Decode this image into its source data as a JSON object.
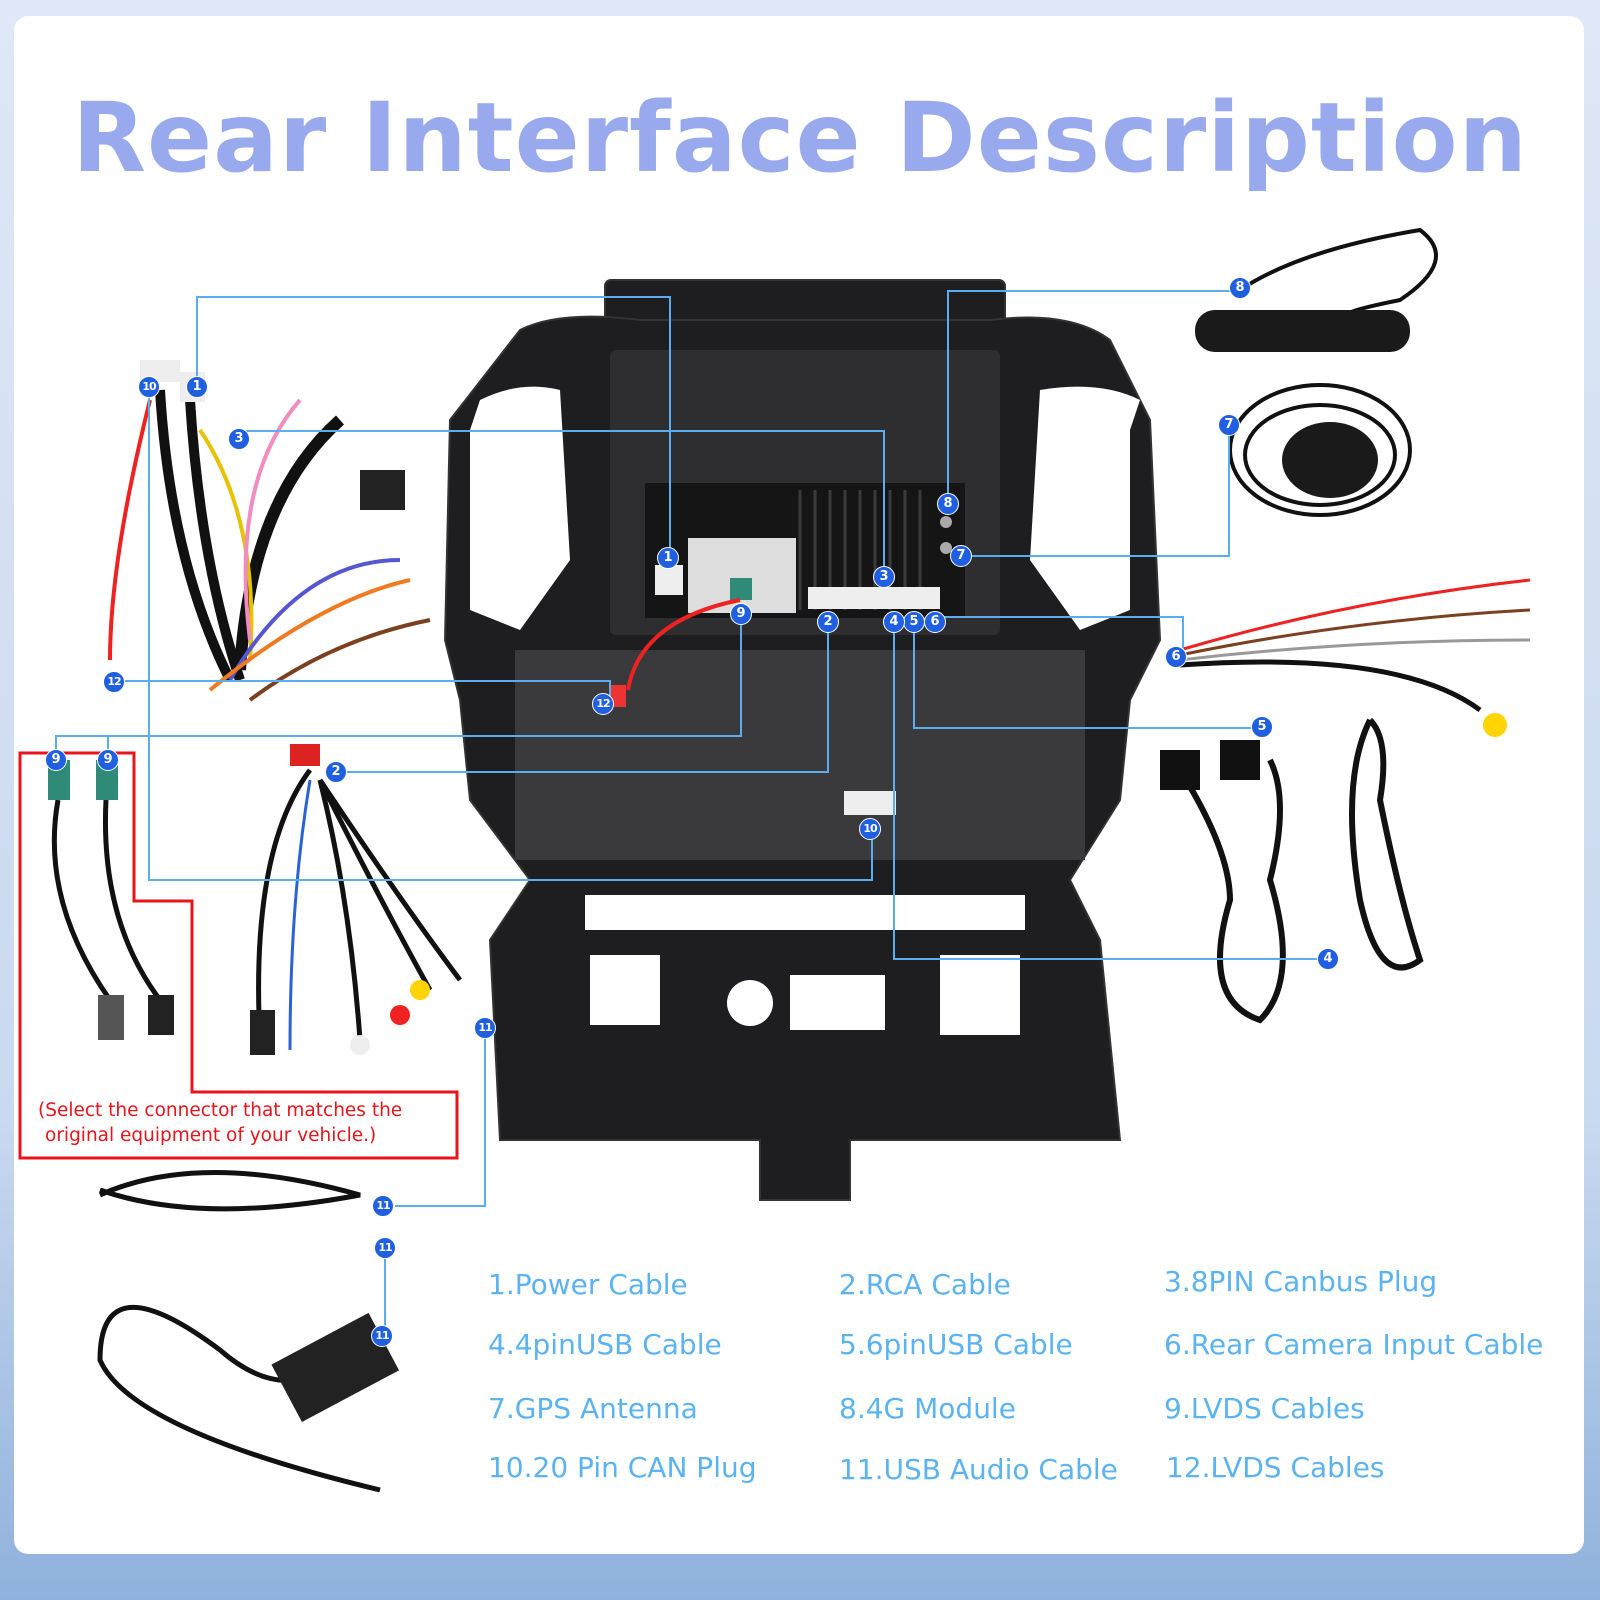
{
  "title": "Rear Interface Description",
  "note": [
    "(Select the connector that matches the",
    "original equipment of your vehicle.)"
  ],
  "legend": [
    "1.Power Cable",
    "2.RCA Cable",
    "3.8PIN Canbus Plug",
    "4.4pinUSB Cable",
    "5.6pinUSB Cable",
    "6.Rear Camera Input Cable",
    "7.GPS Antenna",
    "8.4G Module",
    "9.LVDS Cables",
    "10.20 Pin CAN Plug",
    "11.USB Audio Cable",
    "12.LVDS Cables"
  ],
  "badges": {
    "b1": "1",
    "b2": "2",
    "b3": "3",
    "b4": "4",
    "b5": "5",
    "b6": "6",
    "b7": "7",
    "b8": "8",
    "b9": "9",
    "b10": "10",
    "b11": "11",
    "b12": "12"
  },
  "colors": {
    "title": "#98a9ee",
    "legend": "#5cb3f2",
    "badge": "#1f5fe0",
    "leader": "#5aaef0",
    "note": "#e8141c"
  }
}
